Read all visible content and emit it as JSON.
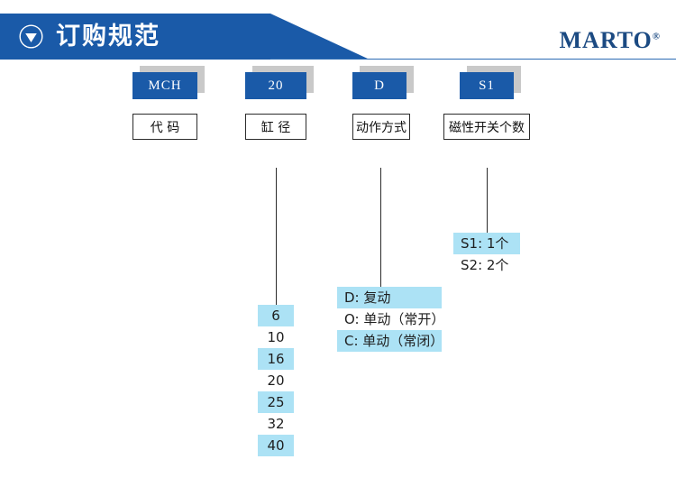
{
  "header": {
    "title": "订购规范",
    "icon": "triangle-down-icon",
    "brand": "MARTO",
    "brand_mark": "®",
    "banner_color": "#1a5aa8",
    "rule_color": "#2b6cb4"
  },
  "diagram": {
    "columns": [
      {
        "key": "code",
        "chip": "MCH",
        "label": "代 码",
        "has_connector": false,
        "options": []
      },
      {
        "key": "bore",
        "chip": "20",
        "label": "缸 径",
        "has_connector": true,
        "options": [
          {
            "text": "6",
            "highlight": true
          },
          {
            "text": "10",
            "highlight": false
          },
          {
            "text": "16",
            "highlight": true
          },
          {
            "text": "20",
            "highlight": false
          },
          {
            "text": "25",
            "highlight": true
          },
          {
            "text": "32",
            "highlight": false
          },
          {
            "text": "40",
            "highlight": true
          }
        ]
      },
      {
        "key": "action",
        "chip": "D",
        "label": "动作方式",
        "has_connector": true,
        "options": [
          {
            "text": "D: 复动",
            "highlight": true
          },
          {
            "text": "O: 单动（常开）",
            "highlight": false
          },
          {
            "text": "C: 单动（常闭）",
            "highlight": true
          }
        ]
      },
      {
        "key": "switches",
        "chip": "S1",
        "label": "磁性开关个数",
        "has_connector": true,
        "options": [
          {
            "text": "S1: 1个",
            "highlight": true
          },
          {
            "text": "S2: 2个",
            "highlight": false
          }
        ]
      }
    ],
    "highlight_color": "#ace2f5",
    "chip_color": "#1a5aa8",
    "shadow_color": "#c9c9c9"
  }
}
